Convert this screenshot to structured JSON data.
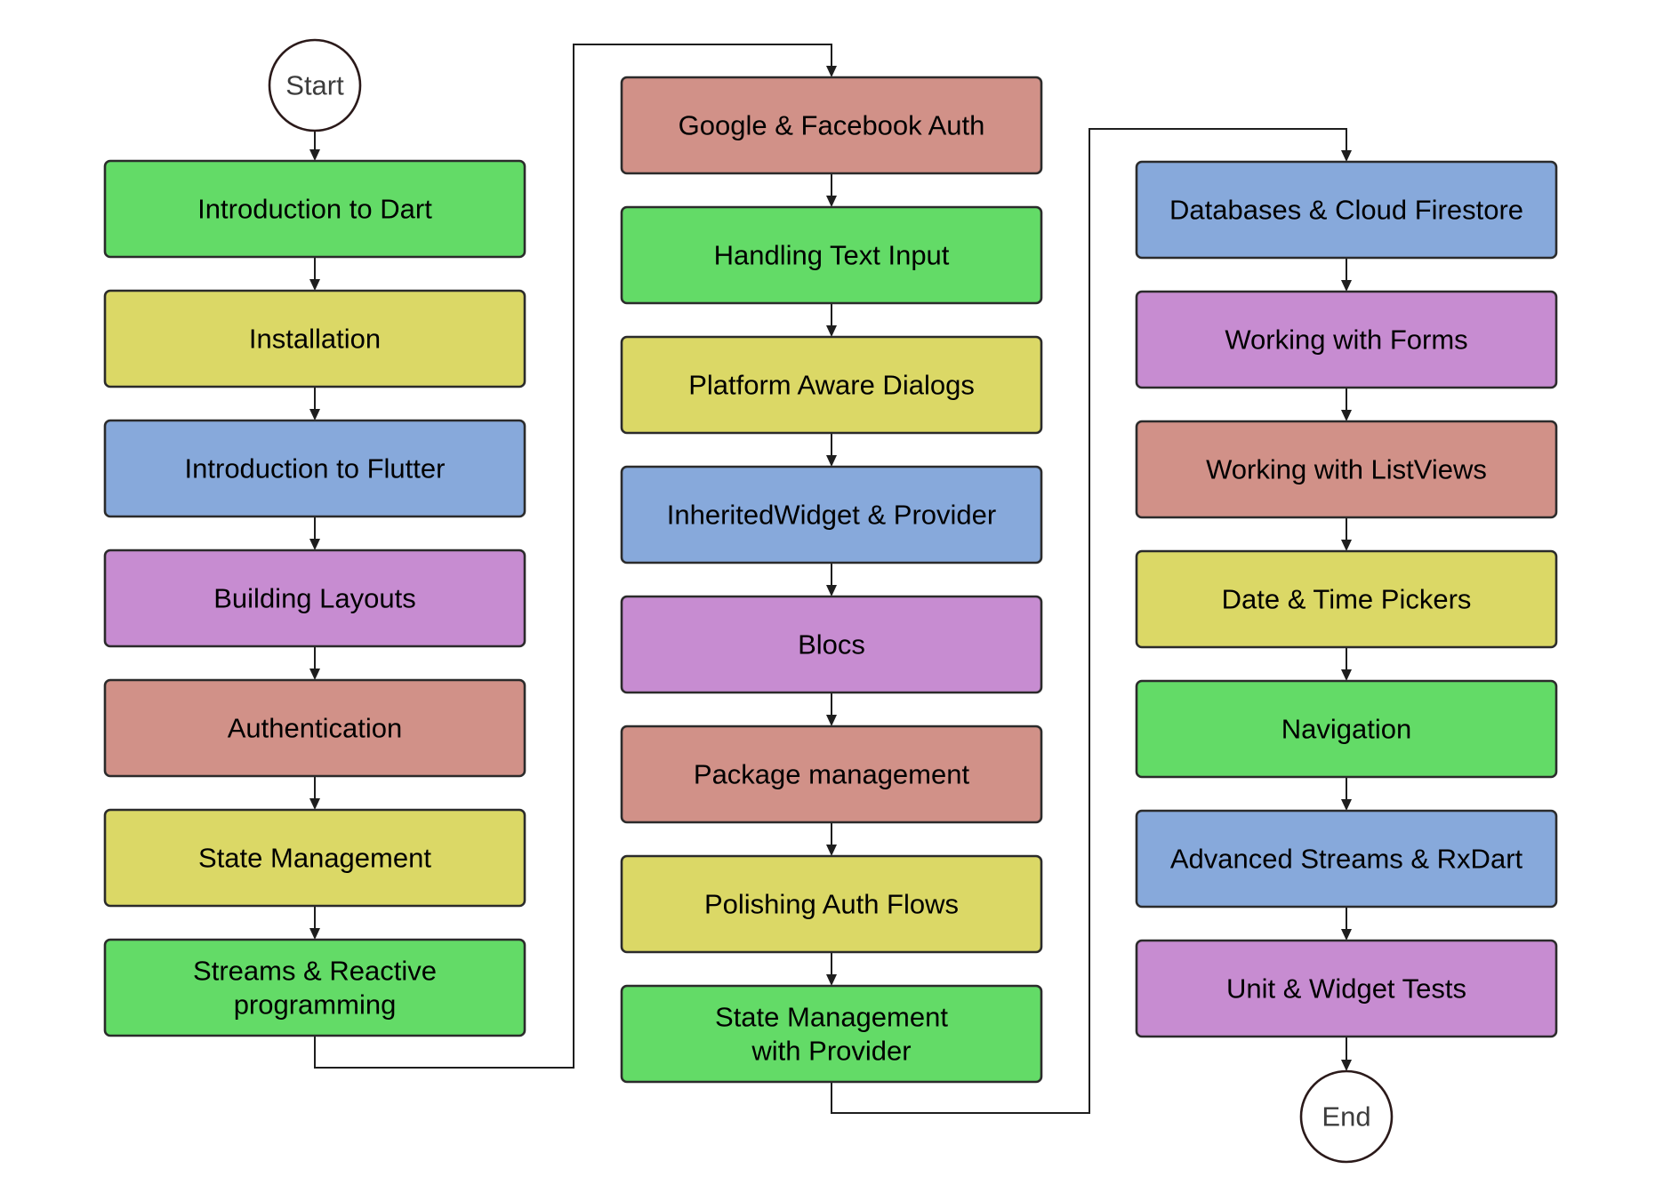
{
  "start": "Start",
  "end": "End",
  "palette": {
    "green": "#63db67",
    "yellow": "#dbd866",
    "blue": "#87a9db",
    "purple": "#c78cd1",
    "red": "#d19188"
  },
  "columns": [
    {
      "steps": [
        {
          "label": "Introduction to Dart",
          "color": "green"
        },
        {
          "label": "Installation",
          "color": "yellow"
        },
        {
          "label": "Introduction to Flutter",
          "color": "blue"
        },
        {
          "label": "Building Layouts",
          "color": "purple"
        },
        {
          "label": "Authentication",
          "color": "red"
        },
        {
          "label": "State Management",
          "color": "yellow"
        },
        {
          "label": "Streams & Reactive\nprogramming",
          "color": "green"
        }
      ]
    },
    {
      "steps": [
        {
          "label": "Google & Facebook Auth",
          "color": "red"
        },
        {
          "label": "Handling Text Input",
          "color": "green"
        },
        {
          "label": "Platform Aware Dialogs",
          "color": "yellow"
        },
        {
          "label": "InheritedWidget & Provider",
          "color": "blue"
        },
        {
          "label": "Blocs",
          "color": "purple"
        },
        {
          "label": "Package management",
          "color": "red"
        },
        {
          "label": "Polishing Auth Flows",
          "color": "yellow"
        },
        {
          "label": "State Management\nwith Provider",
          "color": "green"
        }
      ]
    },
    {
      "steps": [
        {
          "label": "Databases & Cloud Firestore",
          "color": "blue"
        },
        {
          "label": "Working with Forms",
          "color": "purple"
        },
        {
          "label": "Working with ListViews",
          "color": "red"
        },
        {
          "label": "Date & Time Pickers",
          "color": "yellow"
        },
        {
          "label": "Navigation",
          "color": "green"
        },
        {
          "label": "Advanced Streams & RxDart",
          "color": "blue"
        },
        {
          "label": "Unit & Widget Tests",
          "color": "purple"
        }
      ]
    }
  ]
}
